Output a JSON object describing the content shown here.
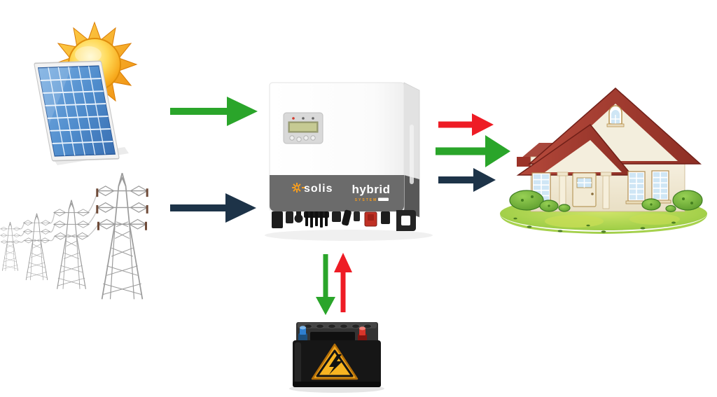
{
  "page": {
    "background": "#ffffff",
    "description": "Energy flow diagram of a Solis hybrid solar inverter system"
  },
  "inverter": {
    "brand": "solis",
    "product": "hybrid",
    "product_sub": "SYSTEM"
  },
  "colors": {
    "flow_green": "#2aa52a",
    "flow_red": "#ee1c25",
    "flow_navy": "#1d3348",
    "inverter_band_gray": "#6b6b6b",
    "roof_red": "#a03a2e",
    "lawn_green": "#96c93e",
    "sun_orange": "#f5a01e",
    "panel_blue": "#4f8ccc",
    "battery_black": "#161616",
    "warning_yellow": "#f2a71d"
  },
  "diagram": {
    "nodes": [
      {
        "id": "solar-panel",
        "label": "Solar PV panel with sun"
      },
      {
        "id": "utility-grid",
        "label": "Utility grid transmission towers"
      },
      {
        "id": "hybrid-inverter",
        "label": "Solis hybrid inverter"
      },
      {
        "id": "house",
        "label": "House loads"
      },
      {
        "id": "battery",
        "label": "Battery storage"
      }
    ],
    "flows": [
      {
        "from": "solar-panel",
        "to": "hybrid-inverter",
        "color": "#2aa52a",
        "direction": "right"
      },
      {
        "from": "utility-grid",
        "to": "hybrid-inverter",
        "color": "#1d3348",
        "direction": "right"
      },
      {
        "from": "hybrid-inverter",
        "to": "house",
        "color": "#ee1c25",
        "direction": "right"
      },
      {
        "from": "hybrid-inverter",
        "to": "house",
        "color": "#2aa52a",
        "direction": "right"
      },
      {
        "from": "hybrid-inverter",
        "to": "house",
        "color": "#1d3348",
        "direction": "right"
      },
      {
        "from": "hybrid-inverter",
        "to": "battery",
        "color": "#2aa52a",
        "direction": "down"
      },
      {
        "from": "battery",
        "to": "hybrid-inverter",
        "color": "#ee1c25",
        "direction": "up"
      }
    ]
  }
}
